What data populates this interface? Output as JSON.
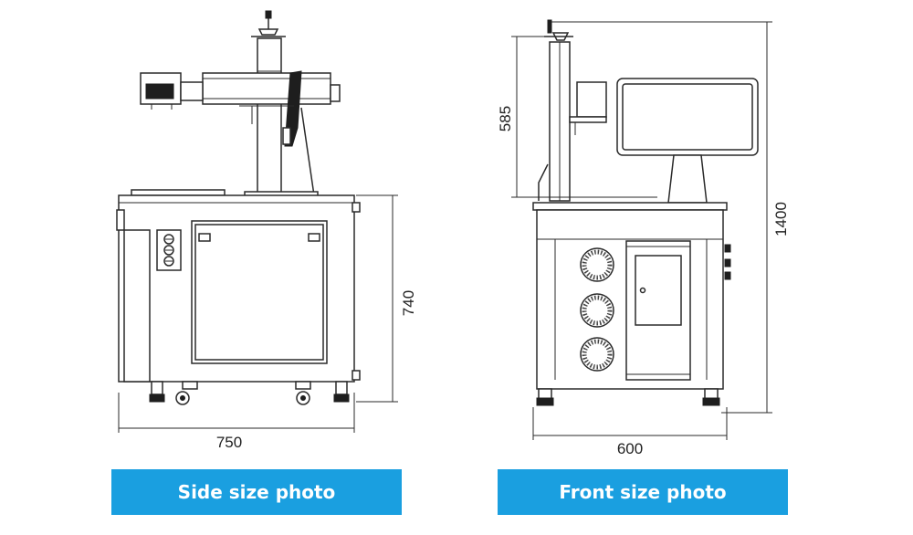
{
  "side_view": {
    "caption": "Side size photo",
    "width_dim": "750",
    "height_dim": "740"
  },
  "front_view": {
    "caption": "Front size photo",
    "width_dim": "600",
    "column_height_dim": "585",
    "total_height_dim": "1400"
  },
  "colors": {
    "caption_bg": "#1a9fe0",
    "line": "#2a2a2a"
  }
}
